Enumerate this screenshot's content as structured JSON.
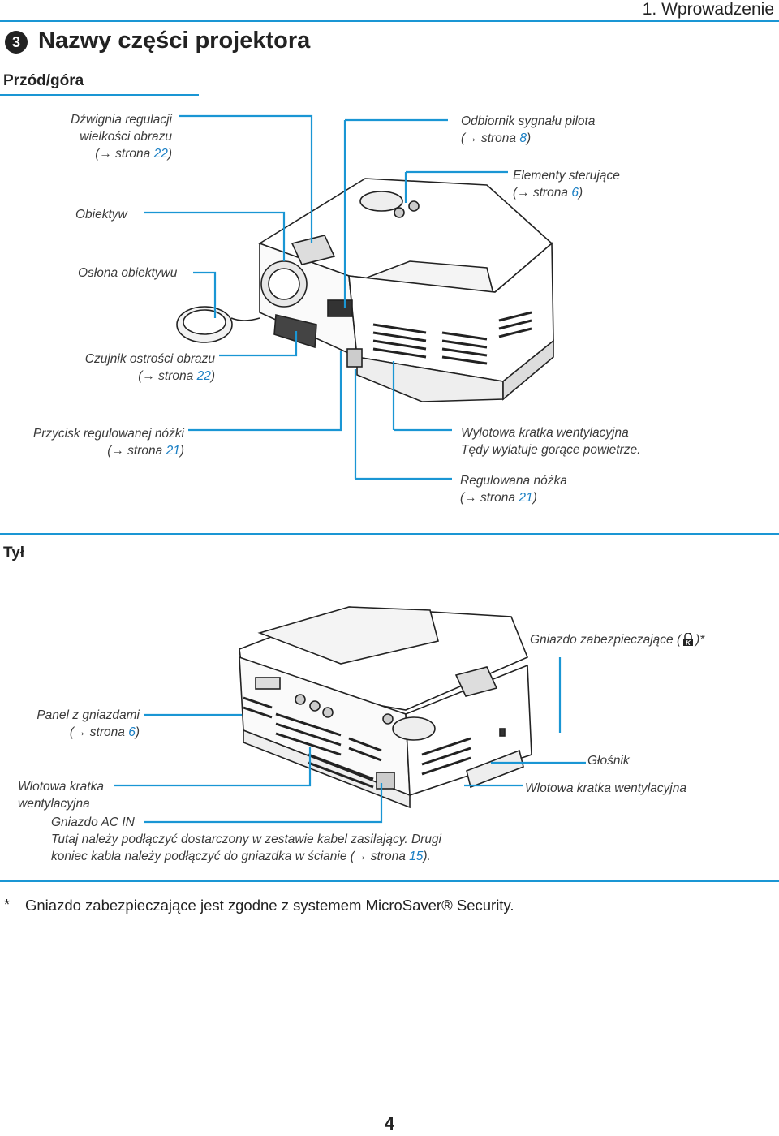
{
  "header": {
    "chapter": "1. Wprowadzenie"
  },
  "section": {
    "number": "3",
    "title": "Nazwy części projektora"
  },
  "front": {
    "heading": "Przód/góra",
    "labels": {
      "zoom_lever": {
        "line1": "Dźwignia regulacji",
        "line2": "wielkości obrazu",
        "ref_pre": "(→ strona ",
        "ref_page": "22",
        "ref_post": ")"
      },
      "remote_sensor": {
        "line1": "Odbiornik sygnału pilota",
        "ref_pre": "(→ strona ",
        "ref_page": "8",
        "ref_post": ")"
      },
      "controls": {
        "line1": "Elementy sterujące",
        "ref_pre": "(→ strona ",
        "ref_page": "6",
        "ref_post": ")"
      },
      "lens": {
        "line1": "Obiektyw"
      },
      "lens_cap": {
        "line1": "Osłona obiektywu"
      },
      "focus_sensor": {
        "line1": "Czujnik ostrości obrazu",
        "ref_pre": "(→ strona ",
        "ref_page": "22",
        "ref_post": ")"
      },
      "foot_button": {
        "line1": "Przycisk regulowanej nóżki",
        "ref_pre": "(→ strona ",
        "ref_page": "21",
        "ref_post": ")"
      },
      "exhaust": {
        "line1": "Wylotowa kratka wentylacyjna",
        "line2": "Tędy wylatuje gorące powietrze."
      },
      "foot": {
        "line1": "Regulowana nóżka",
        "ref_pre": "(→ strona ",
        "ref_page": "21",
        "ref_post": ")"
      }
    }
  },
  "rear": {
    "heading": "Tył",
    "labels": {
      "security_slot": {
        "line1": "Gniazdo zabezpieczające (",
        "line2": ")*"
      },
      "terminal_panel": {
        "line1": "Panel z gniazdami",
        "ref_pre": "(→ strona ",
        "ref_page": "6",
        "ref_post": ")"
      },
      "speaker": {
        "line1": "Głośnik"
      },
      "intake_left": {
        "line1": "Wlotowa kratka",
        "line2": "wentylacyjna"
      },
      "intake_right": {
        "line1": "Wlotowa kratka wentylacyjna"
      },
      "ac_in": {
        "line1": "Gniazdo AC IN",
        "line2": "Tutaj należy podłączyć dostarczony w zestawie kabel zasilający. Drugi",
        "line3_pre": "koniec kabla należy podłączyć do gniazdka w ścianie (→ strona ",
        "line3_page": "15",
        "line3_post": ")."
      }
    }
  },
  "footnote": {
    "mark": "*",
    "text": "Gniazdo zabezpieczające jest zgodne z systemem MicroSaver® Security."
  },
  "page_number": "4",
  "colors": {
    "accent": "#1a96d4",
    "link": "#1a7fc4",
    "text": "#333333"
  }
}
